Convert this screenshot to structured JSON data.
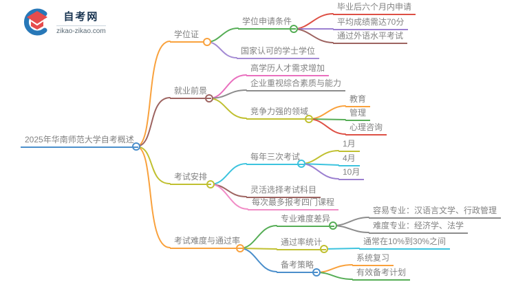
{
  "logo": {
    "site_name": "自考网",
    "site_url": "zikao-zikao.com",
    "icon": "graduation-cap-icon"
  },
  "palette": {
    "root_blue": "#4a8ecb",
    "orange": "#f9a13c",
    "green": "#55ad55",
    "red": "#dd4f44",
    "purple": "#9b7fd0",
    "lavender": "#a48bd4",
    "brick": "#9d6360",
    "pink": "#e96fbe",
    "light_pink": "#f18cc6",
    "gray": "#8c8c8c",
    "olive": "#c0c030",
    "cyan": "#3cc3de",
    "text_gray": "#828282",
    "logo_navy": "#16324f",
    "logo_red": "#e64c4c",
    "logo_blue": "#2878b8"
  },
  "mindmap": {
    "root": {
      "label": "2025年华南师范大学自考概述",
      "children": [
        {
          "label": "学位证",
          "color": "#f9a13c",
          "children": [
            {
              "label": "学位申请条件",
              "color": "#55ad55",
              "children": [
                {
                  "label": "毕业后六个月内申请",
                  "color": "#dd4f44"
                },
                {
                  "label": "平均成绩需达70分",
                  "color": "#9b7fd0"
                },
                {
                  "label": "通过外语水平考试",
                  "color": "#9d6360"
                }
              ]
            },
            {
              "label": "国家认可的学士学位",
              "color": "#a48bd4"
            }
          ]
        },
        {
          "label": "就业前景",
          "color": "#9d6360",
          "children": [
            {
              "label": "高学历人才需求增加",
              "color": "#e96fbe"
            },
            {
              "label": "企业重视综合素质与能力",
              "color": "#8c8c8c"
            },
            {
              "label": "竞争力强的领域",
              "color": "#c0c030",
              "children": [
                {
                  "label": "教育",
                  "color": "#f9a13c"
                },
                {
                  "label": "管理",
                  "color": "#55ad55"
                },
                {
                  "label": "心理咨询",
                  "color": "#dd4f44"
                }
              ]
            }
          ]
        },
        {
          "label": "考试安排",
          "color": "#c0c030",
          "children": [
            {
              "label": "每年三次考试",
              "color": "#3cc3de",
              "children": [
                {
                  "label": "1月",
                  "color": "#c0c030"
                },
                {
                  "label": "4月",
                  "color": "#3cc3de"
                },
                {
                  "label": "10月",
                  "color": "#9b7fd0"
                }
              ]
            },
            {
              "label": "灵活选择考试科目",
              "color": "#9d6360"
            },
            {
              "label": "每次最多报考四门课程",
              "color": "#f18cc6"
            }
          ]
        },
        {
          "label": "考试难度与通过率",
          "color": "#f9a13c",
          "children": [
            {
              "label": "专业难度差异",
              "color": "#55ad55",
              "children": [
                {
                  "label": "容易专业：汉语言文学、行政管理",
                  "color": "#8c8c8c"
                },
                {
                  "label": "难度专业：经济学、法学",
                  "color": "#8c8c8c"
                }
              ]
            },
            {
              "label": "通过率统计",
              "color": "#c0c030",
              "children": [
                {
                  "label": "通常在10%到30%之间",
                  "color": "#3cc3de"
                }
              ]
            },
            {
              "label": "备考策略",
              "color": "#4a8ecb",
              "children": [
                {
                  "label": "系统复习",
                  "color": "#f9a13c"
                },
                {
                  "label": "有效备考计划",
                  "color": "#55ad55"
                }
              ]
            }
          ]
        }
      ]
    }
  }
}
